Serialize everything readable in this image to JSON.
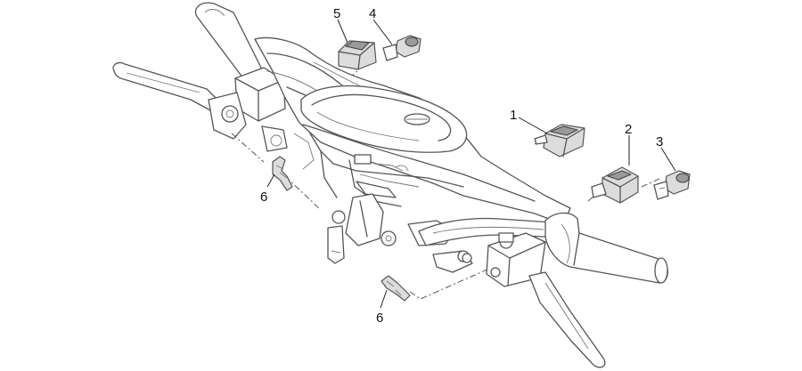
{
  "callouts": {
    "c1": "1",
    "c2": "2",
    "c3": "3",
    "c4": "4",
    "c5": "5",
    "c6a": "6",
    "c6b": "6"
  },
  "colors": {
    "line": "#555555",
    "part_fill": "#dcdcdc",
    "background": "#ffffff",
    "text": "#111111"
  }
}
